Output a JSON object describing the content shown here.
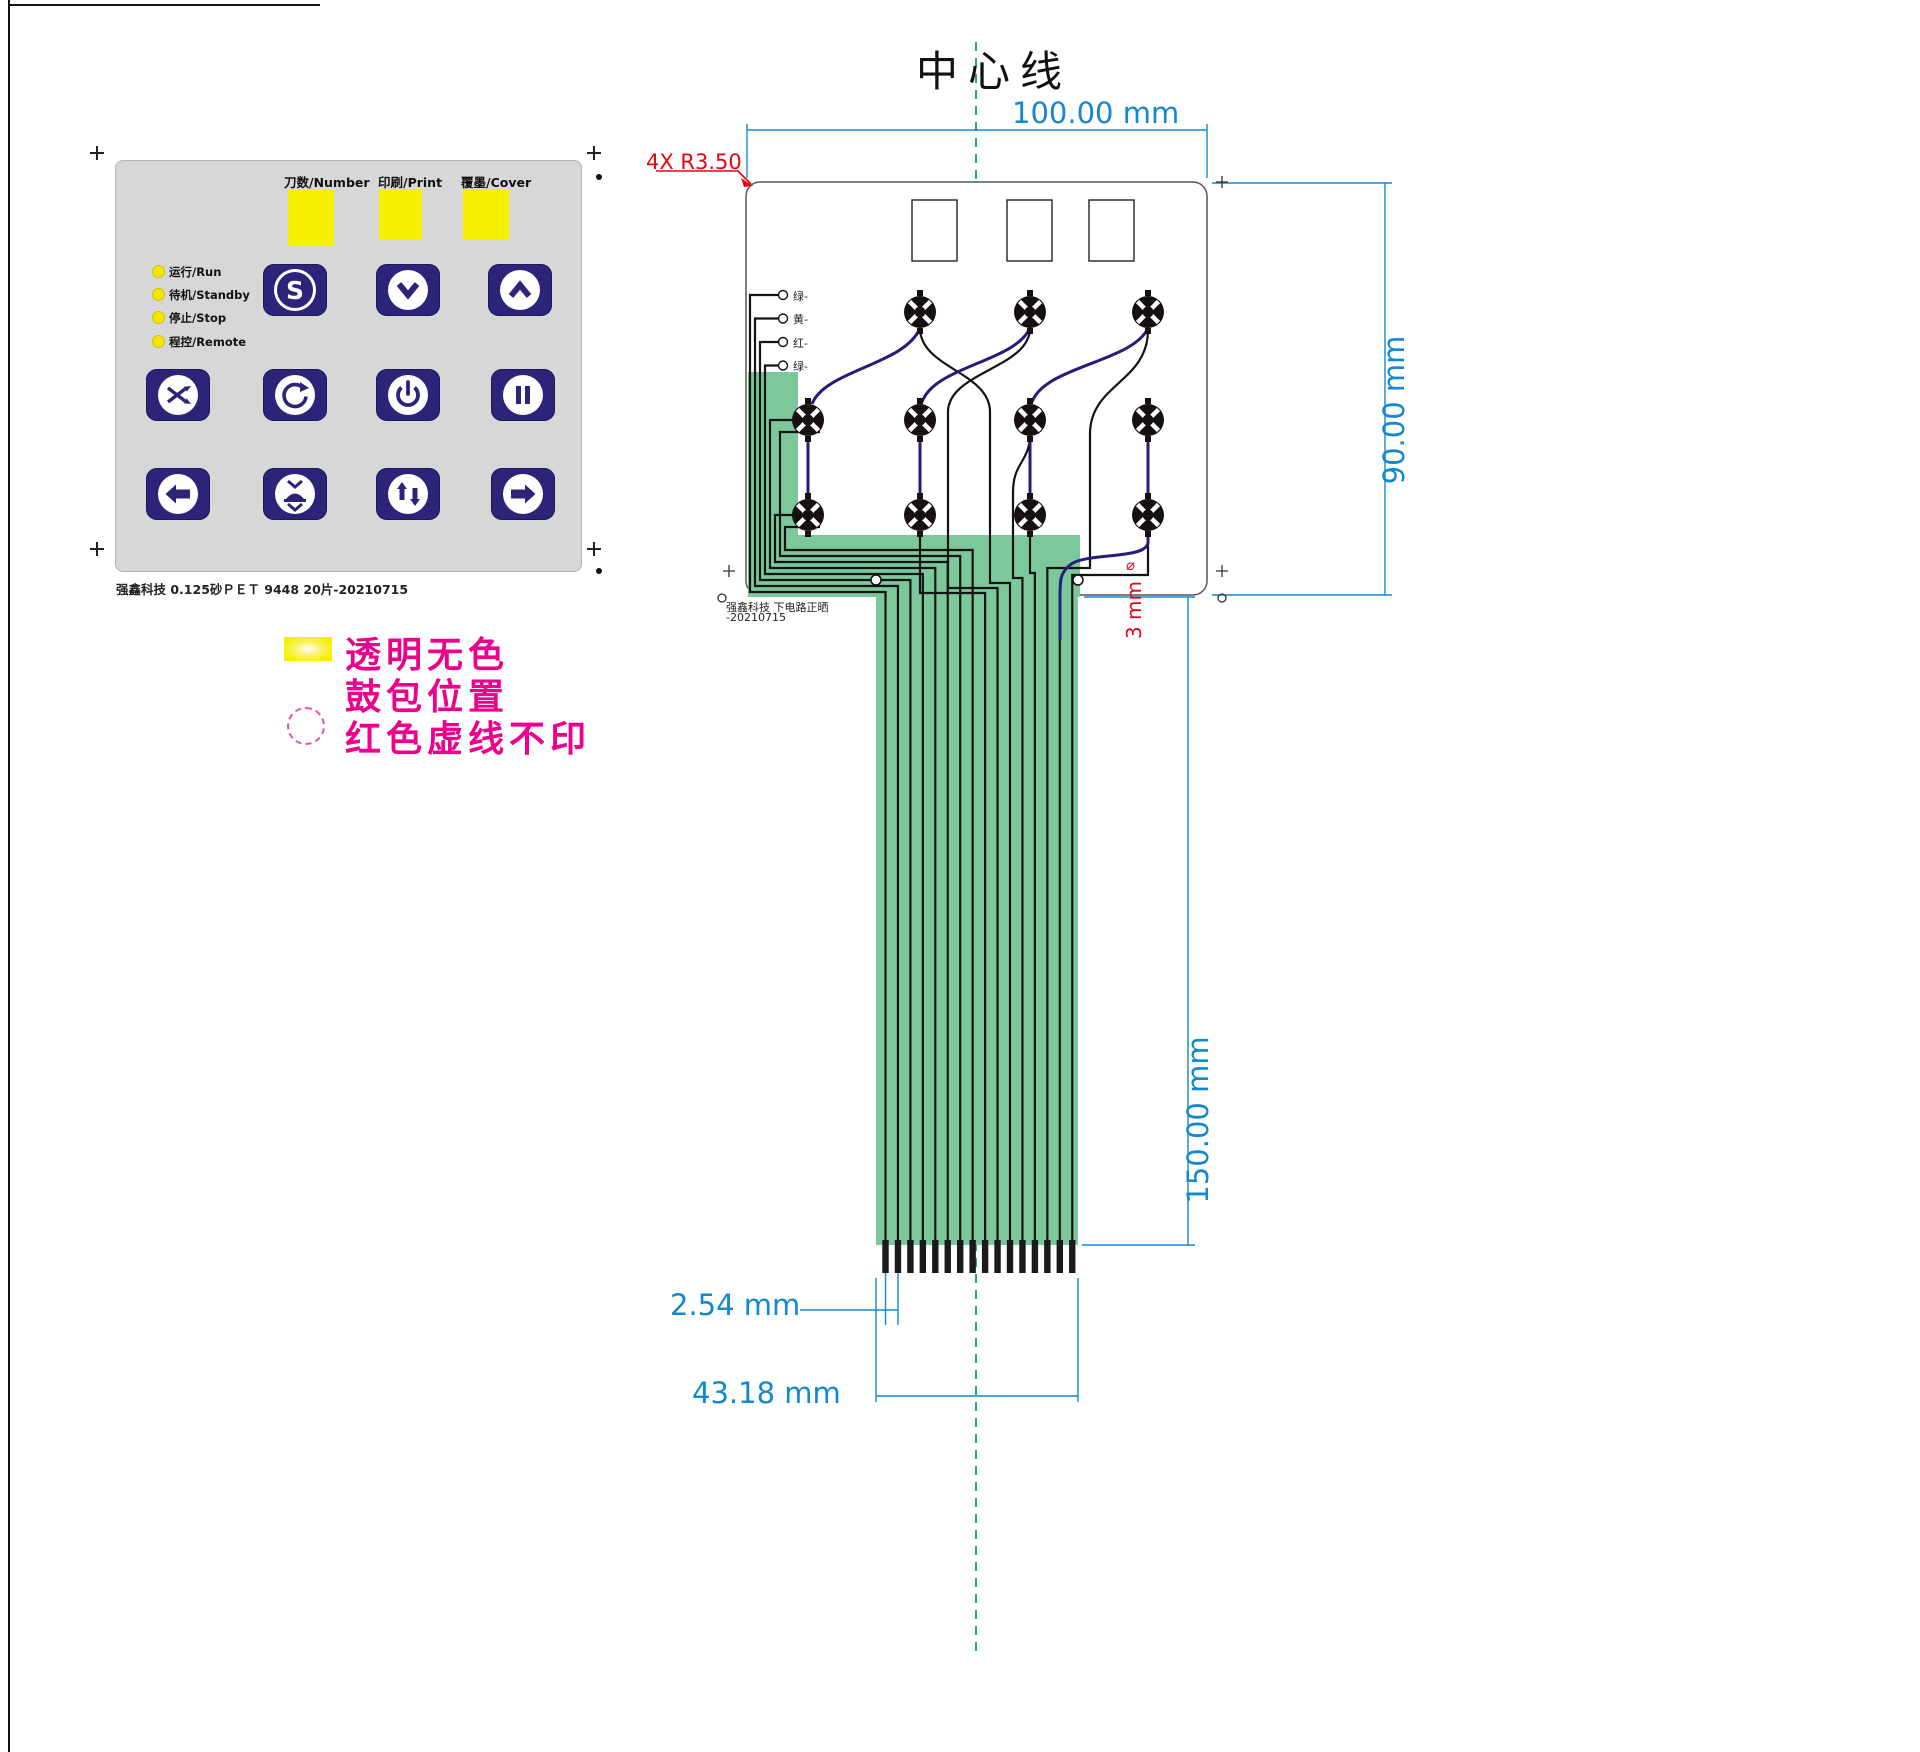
{
  "title": "中心线",
  "keypad": {
    "window_labels": [
      "刀数/Number",
      "印刷/Print",
      "覆墨/Cover"
    ],
    "led_labels": [
      "运行/Run",
      "待机/Standby",
      "停止/Stop",
      "程控/Remote"
    ],
    "s_button": "S",
    "footer": "强鑫科技  0.125砂ＰＥＴ  9448  20片-20210715",
    "icons": [
      "s",
      "chevron-down",
      "chevron-up",
      "shuffle",
      "rotate",
      "power",
      "pause",
      "arrow-left",
      "paper-feed",
      "arrow-up-down",
      "arrow-right"
    ]
  },
  "legend": {
    "items": [
      "透明无色",
      "鼓包位置",
      "红色虚线不印"
    ]
  },
  "circuit": {
    "corner_note": "4X R3.50",
    "wires": [
      "绿-",
      "黄-",
      "红-",
      "绿-"
    ],
    "stamp1": "强鑫科技  下电路正晒",
    "stamp2": "-20210715",
    "dims": {
      "width": "100.00 mm",
      "height": "90.00 mm",
      "tail_length": "150.00 mm",
      "pitch": "2.54 mm",
      "tail_width": "43.18 mm",
      "hole": "3 mm",
      "phi": "⌀"
    }
  },
  "colors": {
    "panel_gray": "#d7d7d7",
    "button_navy": "#2b2478",
    "window_yellow": "#f7ef00",
    "ribbon_green": "#7dc89b",
    "dim_blue": "#1488cf",
    "legend_magenta": "#ec008c",
    "note_red": "#e30613",
    "trace_blue": "#241d7a"
  }
}
